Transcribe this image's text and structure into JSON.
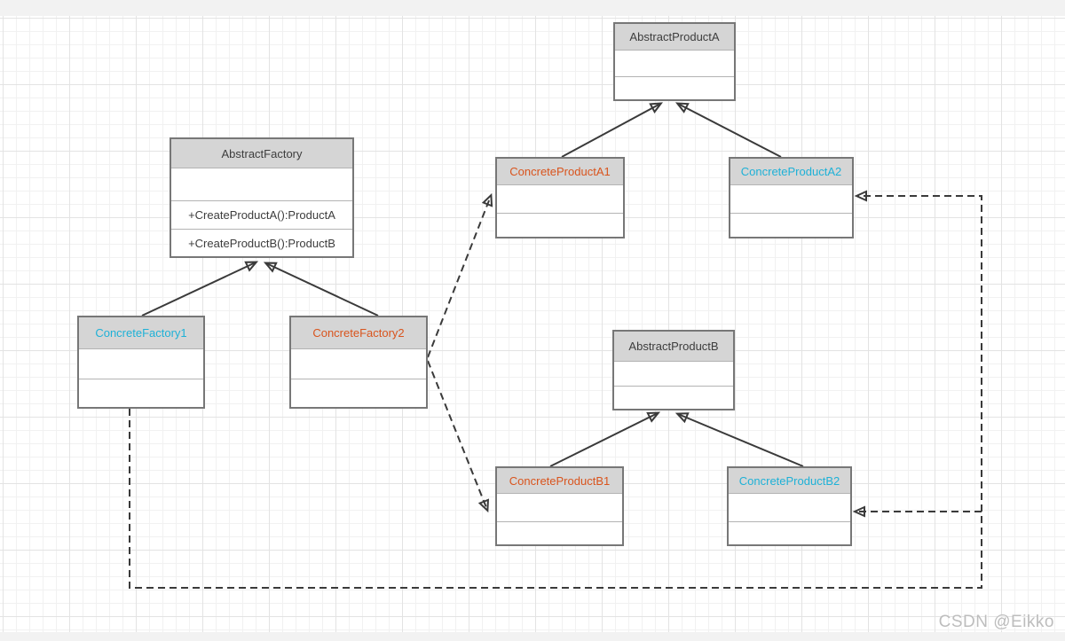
{
  "watermark": "CSDN @Eikko",
  "colors": {
    "orange": "#D9541D",
    "cyan": "#1EB1D7",
    "header_fill": "#D5D5D5",
    "box_border": "#777777",
    "edge_line": "#3A3A3A",
    "title_text": "#3D3D3D",
    "grid_minor": "#F1F1F1",
    "grid_major": "#E3E3E3"
  },
  "classes": [
    {
      "name": "AbstractProductA",
      "title_color": "default",
      "methods": []
    },
    {
      "name": "AbstractFactory",
      "title_color": "default",
      "methods": [
        "+CreateProductA():ProductA",
        "+CreateProductB():ProductB"
      ]
    },
    {
      "name": "ConcreteProductA1",
      "title_color": "orange",
      "methods": []
    },
    {
      "name": "ConcreteProductA2",
      "title_color": "cyan",
      "methods": []
    },
    {
      "name": "ConcreteFactory1",
      "title_color": "cyan",
      "methods": []
    },
    {
      "name": "ConcreteFactory2",
      "title_color": "orange",
      "methods": []
    },
    {
      "name": "AbstractProductB",
      "title_color": "default",
      "methods": []
    },
    {
      "name": "ConcreteProductB1",
      "title_color": "orange",
      "methods": []
    },
    {
      "name": "ConcreteProductB2",
      "title_color": "cyan",
      "methods": []
    }
  ],
  "relationships": [
    {
      "from": "ConcreteFactory1",
      "to": "AbstractFactory",
      "type": "inheritance",
      "line": "solid"
    },
    {
      "from": "ConcreteFactory2",
      "to": "AbstractFactory",
      "type": "inheritance",
      "line": "solid"
    },
    {
      "from": "ConcreteProductA1",
      "to": "AbstractProductA",
      "type": "inheritance",
      "line": "solid"
    },
    {
      "from": "ConcreteProductA2",
      "to": "AbstractProductA",
      "type": "inheritance",
      "line": "solid"
    },
    {
      "from": "ConcreteProductB1",
      "to": "AbstractProductB",
      "type": "inheritance",
      "line": "solid"
    },
    {
      "from": "ConcreteProductB2",
      "to": "AbstractProductB",
      "type": "inheritance",
      "line": "solid"
    },
    {
      "from": "ConcreteFactory2",
      "to": "ConcreteProductA1",
      "type": "dependency",
      "line": "dashed"
    },
    {
      "from": "ConcreteFactory2",
      "to": "ConcreteProductB1",
      "type": "dependency",
      "line": "dashed"
    },
    {
      "from": "ConcreteFactory1",
      "to": "ConcreteProductA2",
      "type": "dependency",
      "line": "dashed"
    },
    {
      "from": "ConcreteFactory1",
      "to": "ConcreteProductB2",
      "type": "dependency",
      "line": "dashed"
    }
  ]
}
